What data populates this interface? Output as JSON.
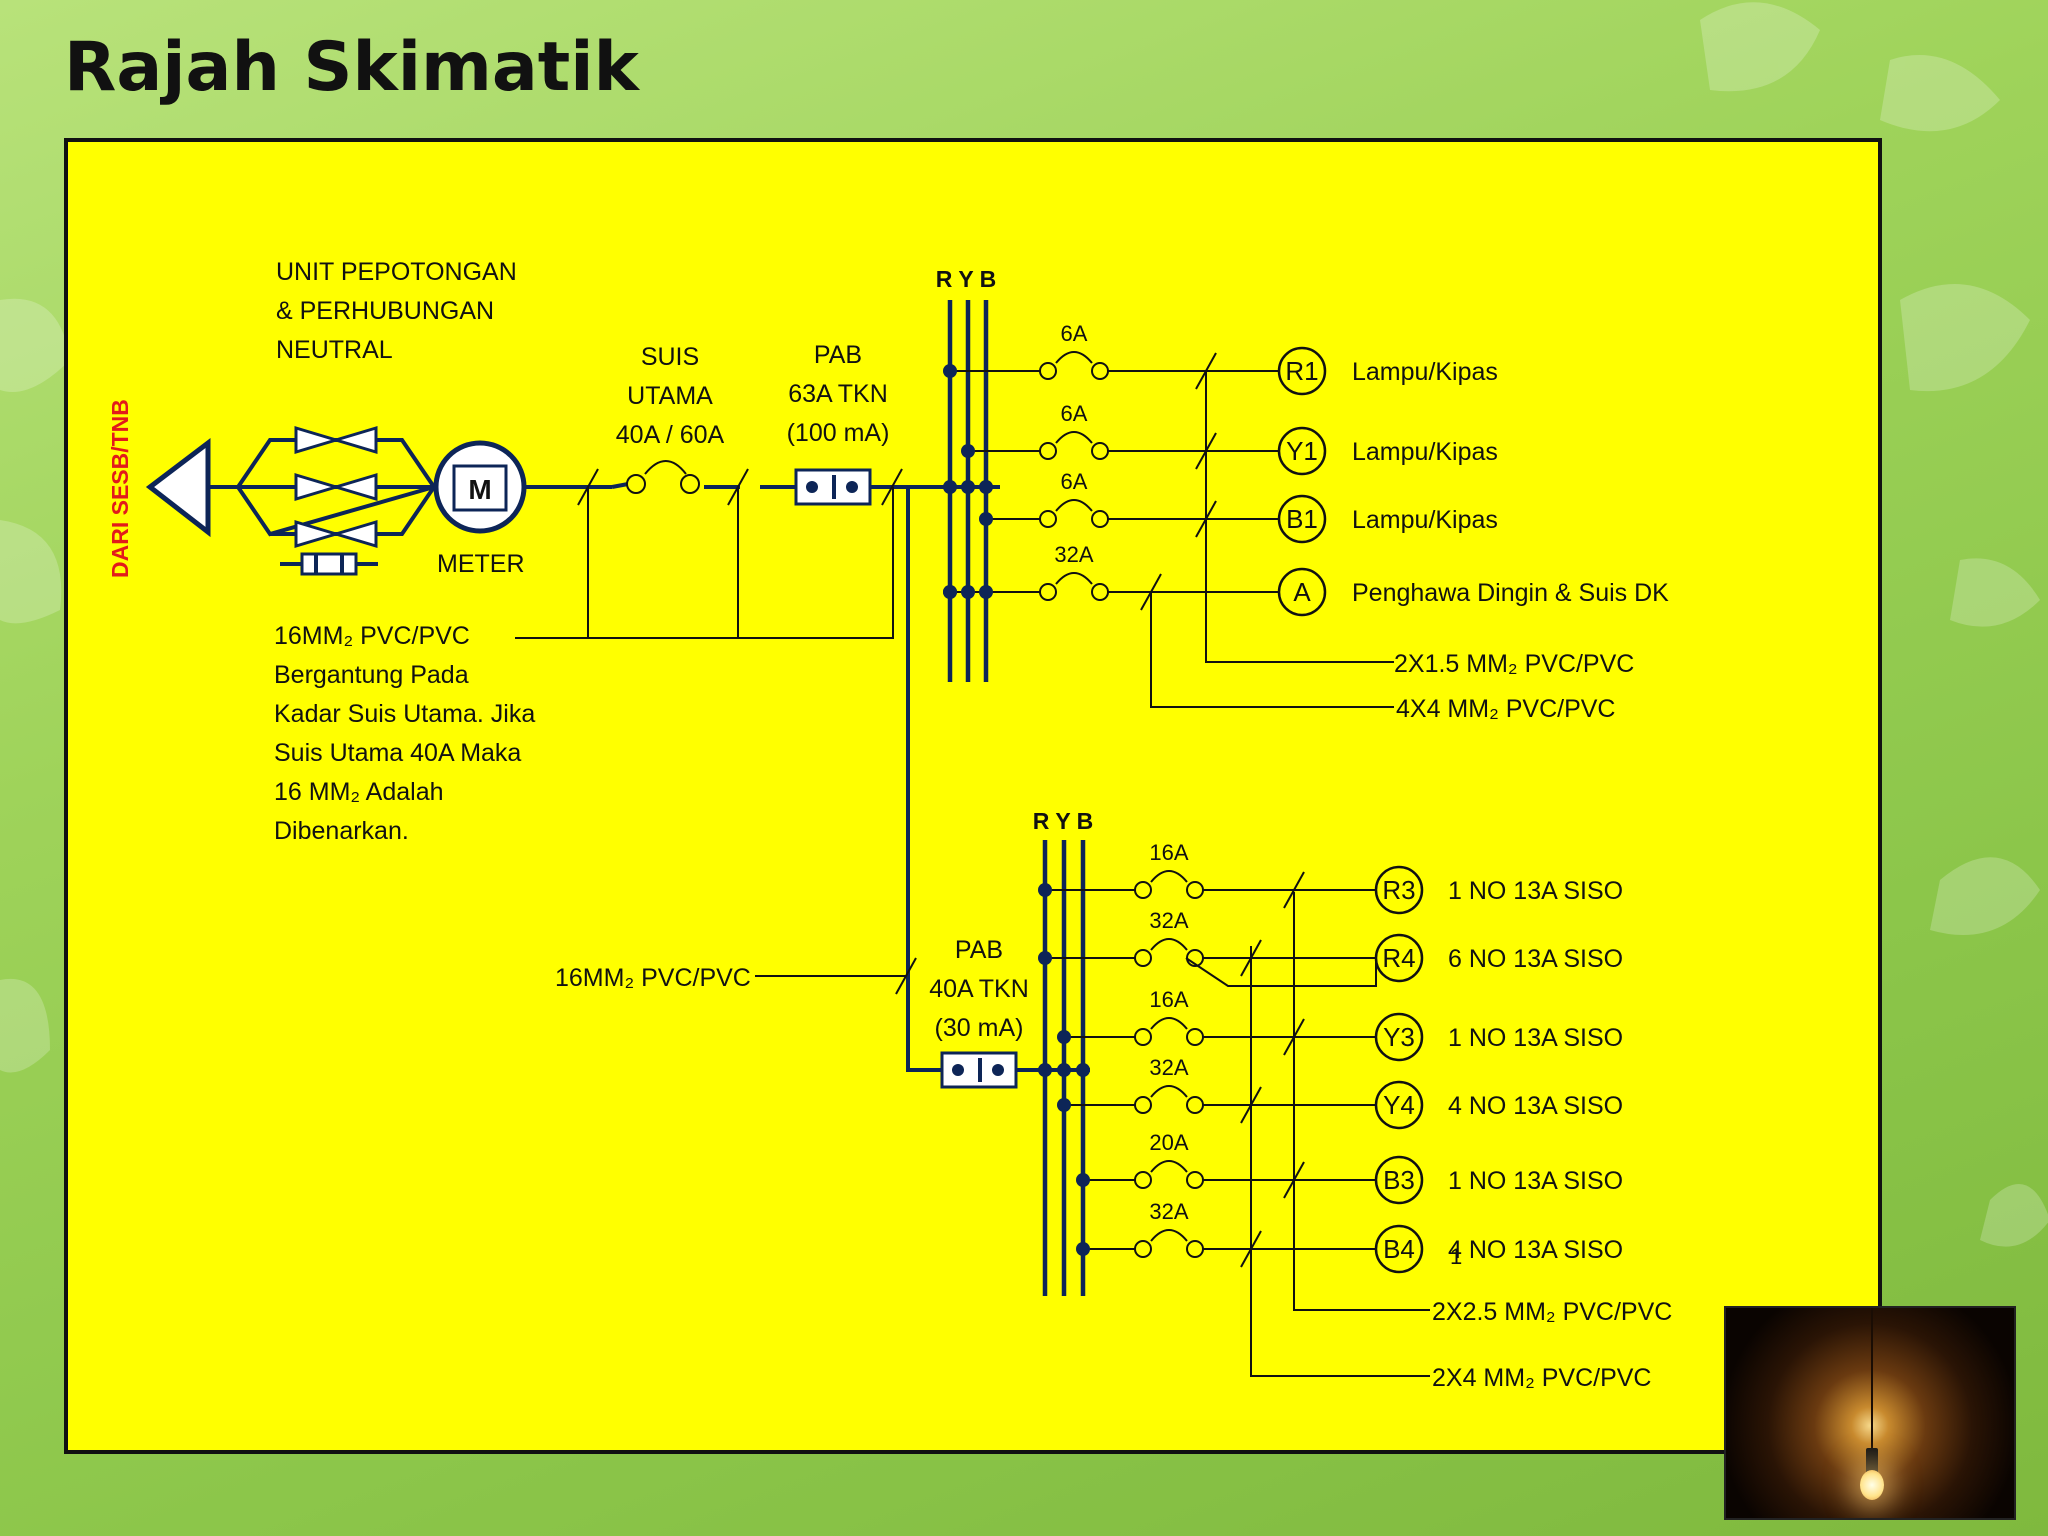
{
  "title": "Rajah Skimatik",
  "colors": {
    "panel": "#ffff00",
    "bus": "#0d2557",
    "source_label": "#e21b1b",
    "background": "#9fd35a"
  },
  "source": {
    "label": "DARI SESB/TNB"
  },
  "cutout": {
    "line1": "UNIT PEPOTONGAN",
    "line2": "& PERHUBUNGAN",
    "line3": "NEUTRAL"
  },
  "meter": {
    "symbol": "M",
    "label": "METER"
  },
  "main_switch": {
    "line1": "SUIS",
    "line2": "UTAMA",
    "line3": "40A / 60A"
  },
  "rccb1": {
    "line1": "PAB",
    "line2": "63A TKN",
    "line3": "(100 mA)"
  },
  "rccb2": {
    "line1": "PAB",
    "line2": "40A TKN",
    "line3": "(30 mA)"
  },
  "cable_note": {
    "lines": [
      "16MM₂ PVC/PVC",
      "Bergantung Pada",
      "Kadar Suis Utama. Jika",
      "Suis Utama 40A Maka",
      "16 MM₂ Adalah",
      "Dibenarkan."
    ]
  },
  "cable_sub": "16MM₂ PVC/PVC",
  "busbar_label": "R Y B",
  "upper_circuits": [
    {
      "id": "R1",
      "rating": "6A",
      "desc": "Lampu/Kipas"
    },
    {
      "id": "Y1",
      "rating": "6A",
      "desc": "Lampu/Kipas"
    },
    {
      "id": "B1",
      "rating": "6A",
      "desc": "Lampu/Kipas"
    },
    {
      "id": "A",
      "rating": "32A",
      "desc": "Penghawa Dingin & Suis DK"
    }
  ],
  "upper_cables": [
    "2X1.5 MM₂ PVC/PVC",
    "4X4 MM₂ PVC/PVC"
  ],
  "lower_circuits": [
    {
      "id": "R3",
      "rating": "16A",
      "desc": "1 NO 13A SISO"
    },
    {
      "id": "R4",
      "rating": "32A",
      "desc": "6 NO 13A SISO"
    },
    {
      "id": "Y3",
      "rating": "16A",
      "desc": "1 NO 13A SISO"
    },
    {
      "id": "Y4",
      "rating": "32A",
      "desc": "4 NO 13A SISO"
    },
    {
      "id": "B3",
      "rating": "20A",
      "desc": "1 NO 13A SISO"
    },
    {
      "id": "B4",
      "rating": "32A",
      "desc": "4 NO 13A SISO"
    }
  ],
  "lower_cables": [
    "2X2.5 MM₂ PVC/PVC",
    "2X4 MM₂ PVC/PVC"
  ],
  "slide_number": "1"
}
